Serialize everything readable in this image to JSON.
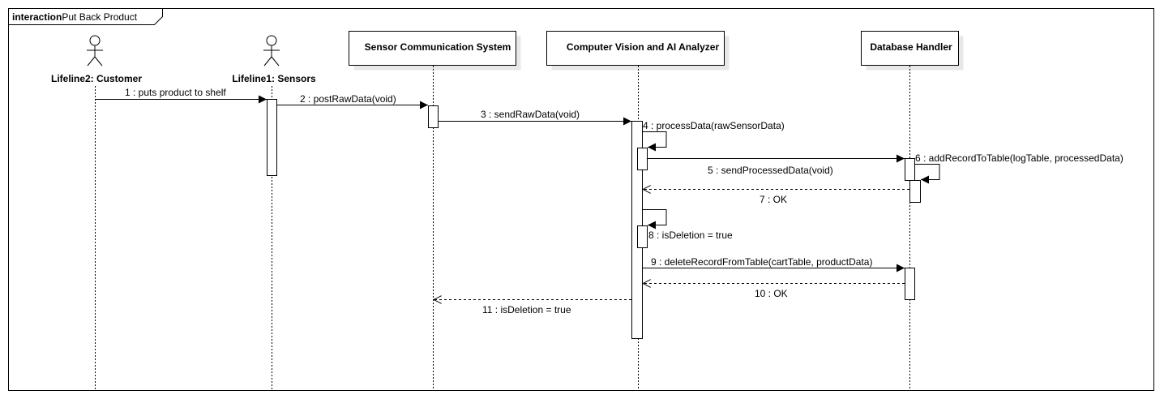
{
  "frame": {
    "keyword": "interaction",
    "name": "Put Back Product"
  },
  "lifelines": [
    {
      "id": "customer",
      "label": "Lifeline2: Customer",
      "kind": "actor"
    },
    {
      "id": "sensors",
      "label": "Lifeline1: Sensors",
      "kind": "actor"
    },
    {
      "id": "scs",
      "label": "Sensor Communication System",
      "kind": "box"
    },
    {
      "id": "cv",
      "label": "Computer Vision and AI Analyzer",
      "kind": "box"
    },
    {
      "id": "db",
      "label": "Database Handler",
      "kind": "box"
    }
  ],
  "messages": [
    {
      "label": "1 : puts product to shelf",
      "from": "customer",
      "to": "sensors",
      "type": "sync"
    },
    {
      "label": "2 : postRawData(void)",
      "from": "sensors",
      "to": "scs",
      "type": "sync"
    },
    {
      "label": "3 : sendRawData(void)",
      "from": "scs",
      "to": "cv",
      "type": "sync"
    },
    {
      "label": "4 : processData(rawSensorData)",
      "from": "cv",
      "to": "cv",
      "type": "self"
    },
    {
      "label": "5 : sendProcessedData(void)",
      "from": "cv",
      "to": "db",
      "type": "sync"
    },
    {
      "label": "6 : addRecordToTable(logTable, processedData)",
      "from": "db",
      "to": "db",
      "type": "self"
    },
    {
      "label": "7 : OK",
      "from": "db",
      "to": "cv",
      "type": "reply"
    },
    {
      "label": "8 : isDeletion = true",
      "from": "cv",
      "to": "cv",
      "type": "self"
    },
    {
      "label": "9 : deleteRecordFromTable(cartTable, productData)",
      "from": "cv",
      "to": "db",
      "type": "sync"
    },
    {
      "label": "10 : OK",
      "from": "db",
      "to": "cv",
      "type": "reply"
    },
    {
      "label": "11 : isDeletion = true",
      "from": "cv",
      "to": "scs",
      "type": "reply"
    }
  ]
}
